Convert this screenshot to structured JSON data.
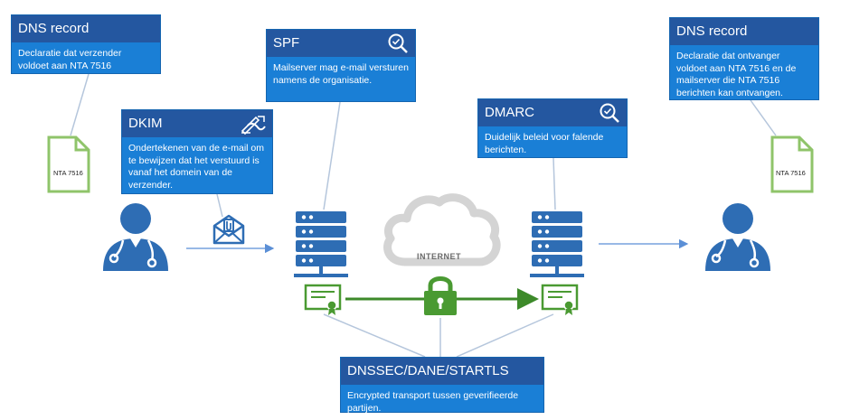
{
  "boxes": {
    "dns_left": {
      "title": "DNS record",
      "text": "Declaratie dat verzender voldoet aan NTA 7516"
    },
    "spf": {
      "title": "SPF",
      "text": "Mailserver mag e-mail versturen namens de organisatie."
    },
    "dkim": {
      "title": "DKIM",
      "text": "Ondertekenen van de e-mail om te bewijzen dat het verstuurd is vanaf het domein van de verzender."
    },
    "dmarc": {
      "title": "DMARC",
      "text": "Duidelijk beleid voor falende berichten."
    },
    "dns_right": {
      "title": "DNS record",
      "text": "Declaratie dat ontvanger voldoet aan NTA 7516 en de mailserver die NTA 7516 berichten kan ontvangen."
    },
    "dnssec": {
      "title": "DNSSEC/DANE/STARTLS",
      "text": "Encrypted transport tussen geverifieerde partijen."
    }
  },
  "documents": {
    "left_label": "NTA 7516",
    "right_label": "NTA 7516"
  },
  "cloud_label": "INTERNET",
  "colors": {
    "box_body": "#1a7fd6",
    "box_header": "#2457a0",
    "icon_blue": "#2e6db4",
    "green": "#4a9a32",
    "doc_green": "#8fc46a",
    "cloud_gray": "#d6d6d6"
  },
  "icons": {
    "sender": "doctor-icon",
    "receiver": "doctor-icon",
    "sending_server": "server-icon",
    "receiving_server": "server-icon",
    "sending_certificate": "certificate-icon",
    "receiving_certificate": "certificate-icon",
    "lock": "lock-icon",
    "signed_mail": "envelope-paperclip-icon",
    "spf_header": "magnifier-check-icon",
    "dmarc_header": "magnifier-check-icon",
    "dkim_header": "signing-hand-icon",
    "cloud": "cloud-icon",
    "documents": "document-icon"
  }
}
